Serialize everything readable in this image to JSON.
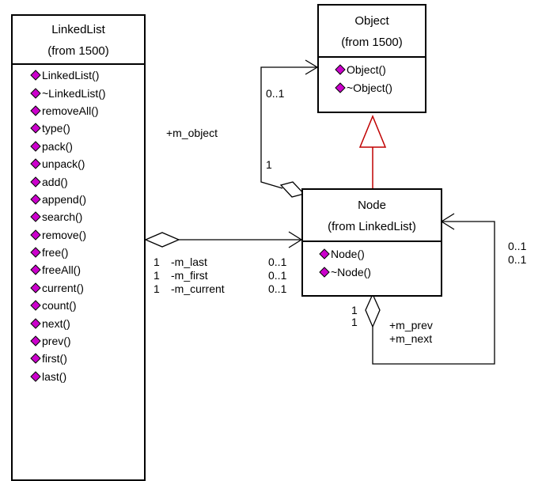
{
  "classes": {
    "linkedlist": {
      "name": "LinkedList",
      "stereotype": "(from 1500)",
      "operations": [
        "LinkedList()",
        "~LinkedList()",
        "removeAll()",
        "type()",
        "pack()",
        "unpack()",
        "add()",
        "append()",
        "search()",
        "remove()",
        "free()",
        "freeAll()",
        "current()",
        "count()",
        "next()",
        "prev()",
        "first()",
        "last()"
      ]
    },
    "object": {
      "name": "Object",
      "stereotype": "(from 1500)",
      "operations": [
        "Object()",
        "~Object()"
      ]
    },
    "node": {
      "name": "Node",
      "stereotype": "(from LinkedList)",
      "operations": [
        "Node()",
        "~Node()"
      ]
    }
  },
  "associations": {
    "m_object": {
      "role": "+m_object",
      "mult_target": "0..1",
      "mult_source": "1"
    },
    "list_node": {
      "roles": [
        {
          "mult_source": "1",
          "role": "-m_last",
          "mult_target": "0..1"
        },
        {
          "mult_source": "1",
          "role": "-m_first",
          "mult_target": "0..1"
        },
        {
          "mult_source": "1",
          "role": "-m_current",
          "mult_target": "0..1"
        }
      ]
    },
    "self": {
      "mult_target_1": "0..1",
      "mult_target_2": "0..1",
      "mult_source_1": "1",
      "mult_source_2": "1",
      "role_1": "+m_prev",
      "role_2": "+m_next"
    }
  },
  "colors": {
    "operation_icon": "#cc00cc",
    "generalization": "#c00000",
    "line": "#000000"
  }
}
